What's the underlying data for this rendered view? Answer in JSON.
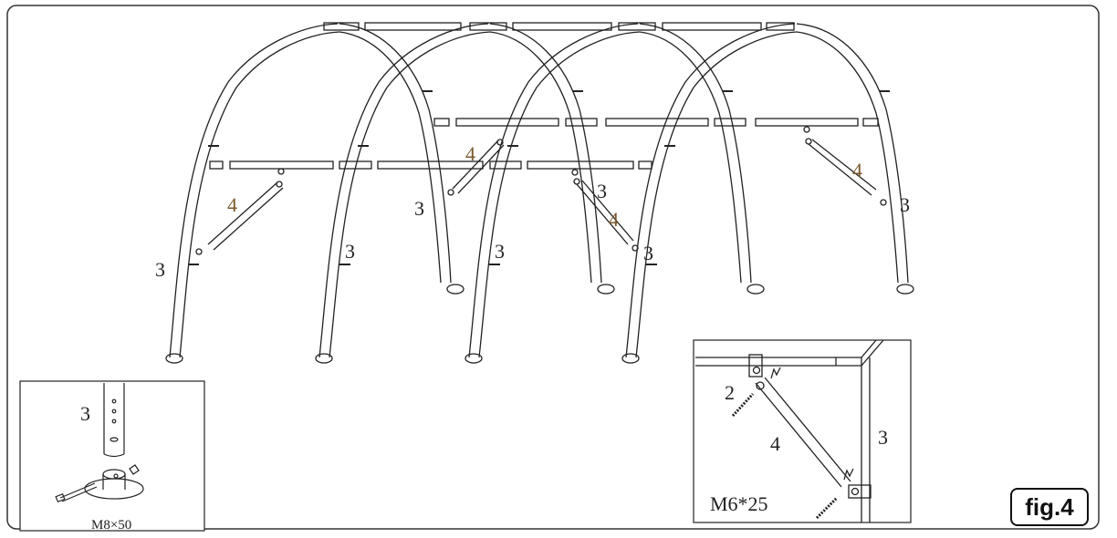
{
  "figure": {
    "label": "fig.4"
  },
  "main": {
    "part_labels": [
      "3",
      "3",
      "3",
      "3",
      "3",
      "3",
      "3",
      "4",
      "4",
      "4",
      "4"
    ]
  },
  "inset_base": {
    "part_label": "3",
    "bolt_spec": "M8×50"
  },
  "inset_brace": {
    "labels": [
      "2",
      "4",
      "3"
    ],
    "bolt_spec": "M6*25"
  },
  "colors": {
    "line": "#222222",
    "label_brown": "#7a5a2e"
  }
}
